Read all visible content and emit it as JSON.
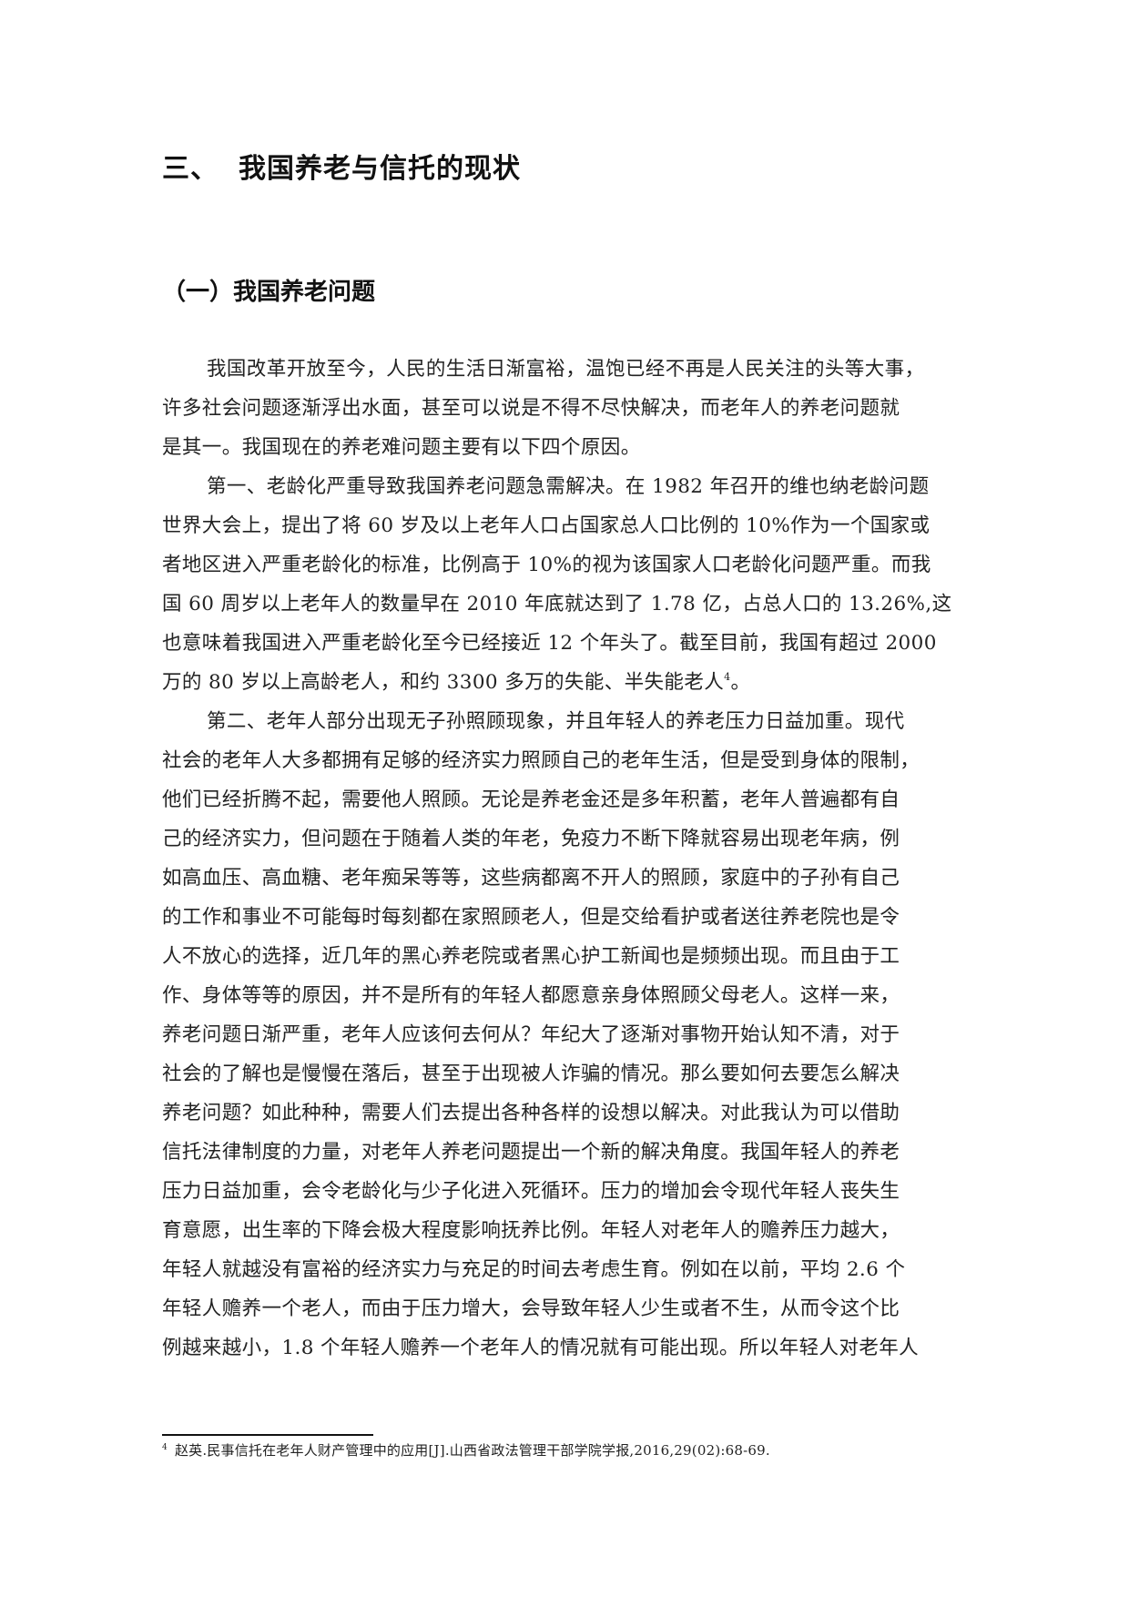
{
  "heading": {
    "number": "三、",
    "title": "我国养老与信托的现状"
  },
  "subheading": "（一）我国养老问题",
  "paragraphs": [
    {
      "lines": [
        "我国改革开放至今，人民的生活日渐富裕，温饱已经不再是人民关注的头等大事，",
        "许多社会问题逐渐浮出水面，甚至可以说是不得不尽快解决，而老年人的养老问题就",
        "是其一。我国现在的养老难问题主要有以下四个原因。"
      ]
    },
    {
      "lines": [
        "第一、老龄化严重导致我国养老问题急需解决。在 1982 年召开的维也纳老龄问题",
        "世界大会上，提出了将 60 岁及以上老年人口占国家总人口比例的 10%作为一个国家或",
        "者地区进入严重老龄化的标准，比例高于 10%的视为该国家人口老龄化问题严重。而我",
        "国 60 周岁以上老年人的数量早在 2010 年底就达到了 1.78 亿，占总人口的 13.26%,这",
        "也意味着我国进入严重老龄化至今已经接近 12 个年头了。截至目前，我国有超过 2000",
        "万的 80  岁以上高龄老人，和约 3300 多万的失能、半失能老人"
      ],
      "footnote_ref": "4",
      "tail": "。"
    },
    {
      "lines": [
        "第二、老年人部分出现无子孙照顾现象，并且年轻人的养老压力日益加重。现代",
        "社会的老年人大多都拥有足够的经济实力照顾自己的老年生活，但是受到身体的限制，",
        "他们已经折腾不起，需要他人照顾。无论是养老金还是多年积蓄，老年人普遍都有自",
        "己的经济实力，但问题在于随着人类的年老，免疫力不断下降就容易出现老年病，例",
        "如高血压、高血糖、老年痴呆等等，这些病都离不开人的照顾，家庭中的子孙有自己",
        "的工作和事业不可能每时每刻都在家照顾老人，但是交给看护或者送往养老院也是令",
        "人不放心的选择，近几年的黑心养老院或者黑心护工新闻也是频频出现。而且由于工",
        "作、身体等等的原因，并不是所有的年轻人都愿意亲身体照顾父母老人。这样一来，",
        "养老问题日渐严重，老年人应该何去何从？年纪大了逐渐对事物开始认知不清，对于",
        "社会的了解也是慢慢在落后，甚至于出现被人诈骗的情况。那么要如何去要怎么解决",
        "养老问题？如此种种，需要人们去提出各种各样的设想以解决。对此我认为可以借助",
        "信托法律制度的力量，对老年人养老问题提出一个新的解决角度。我国年轻人的养老",
        "压力日益加重，会令老龄化与少子化进入死循环。压力的增加会令现代年轻人丧失生",
        "育意愿，出生率的下降会极大程度影响抚养比例。年轻人对老年人的赡养压力越大，",
        "年轻人就越没有富裕的经济实力与充足的时间去考虑生育。例如在以前，平均 2.6 个",
        "年轻人赡养一个老人，而由于压力增大，会导致年轻人少生或者不生，从而令这个比",
        "例越来越小，1.8 个年轻人赡养一个老年人的情况就有可能出现。所以年轻人对老年人"
      ]
    }
  ],
  "footnote": {
    "marker": "4",
    "text": "赵英.民事信托在老年人财产管理中的应用[J].山西省政法管理干部学院学报,2016,29(02):68-69."
  }
}
